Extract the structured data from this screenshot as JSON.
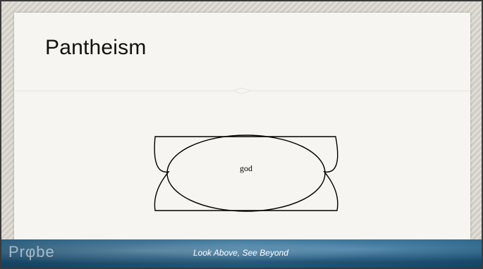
{
  "slide": {
    "title": "Pantheism"
  },
  "diagram": {
    "center_label": "god"
  },
  "footer": {
    "brand": "Prφbe",
    "tagline": "Look Above, See Beyond"
  }
}
